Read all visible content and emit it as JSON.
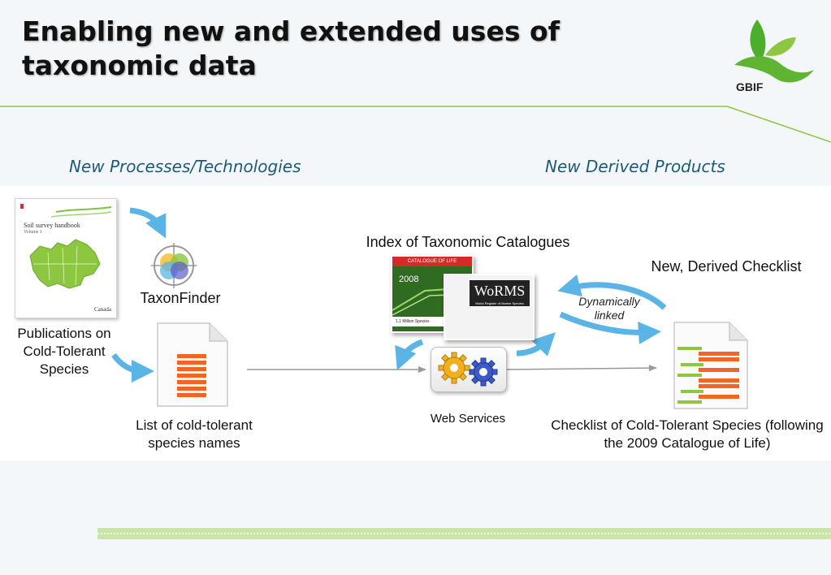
{
  "slide": {
    "title": "Enabling new and extended uses of taxonomic data",
    "logo_text": "GBIF",
    "subtitle_left": "New Processes/Technologies",
    "subtitle_right": "New Derived Products"
  },
  "diagram": {
    "publications_label": "Publications on Cold-Tolerant Species",
    "cover_title": "Soil survey handbook",
    "cover_volume": "Volume 1",
    "cover_publisher": "Canada",
    "taxonfinder_label": "TaxonFinder",
    "list_label": "List of cold-tolerant species names",
    "index_label": "Index of Taxonomic Catalogues",
    "catalog_cover_title": "CATALOGUE OF LIFE",
    "catalog_cover_year": "2008",
    "catalog_cover_band": "1.1 Million Species",
    "worms_label": "WoRMS",
    "worms_sub": "World Register of Marine Species",
    "web_services_label": "Web Services",
    "derived_checklist_label": "New, Derived Checklist",
    "dynamically_linked_label": "Dynamically linked",
    "checklist_label": "Checklist of Cold-Tolerant Species (following the 2009 Catalogue of Life)"
  },
  "colors": {
    "brand_green": "#7dc242",
    "arrow_blue": "#5ab4e5",
    "orange": "#f26522",
    "checklist_green": "#8dc63f",
    "subtitle_blue": "#1b5a7a"
  },
  "icons": [
    "gbif-logo-icon",
    "taxonfinder-icon",
    "document-icon",
    "gears-icon",
    "arrow-icon"
  ]
}
